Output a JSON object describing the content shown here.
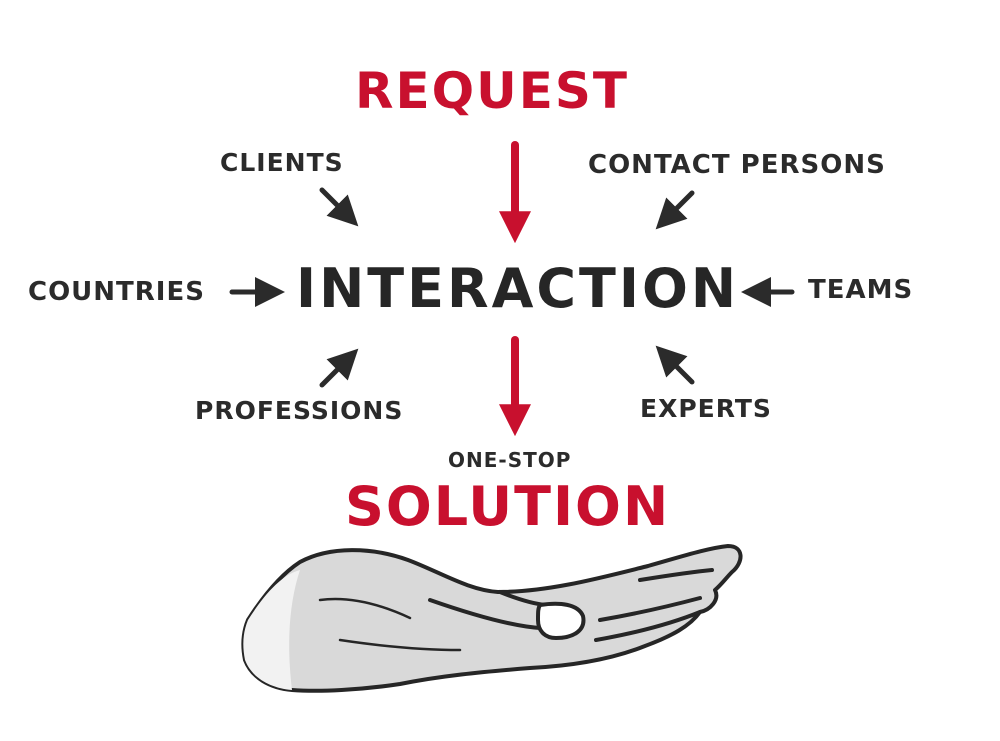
{
  "diagram": {
    "top_label": "REQUEST",
    "center_label": "INTERACTION",
    "bottom_prefix": "ONE-STOP",
    "bottom_label": "SOLUTION",
    "inputs": {
      "top_left": "CLIENTS",
      "top_right": "CONTACT PERSONS",
      "left": "COUNTRIES",
      "right": "TEAMS",
      "bottom_left": "PROFESSIONS",
      "bottom_right": "EXPERTS"
    }
  },
  "colors": {
    "accent": "#c8102e",
    "ink": "#2b2b2b",
    "hand_fill": "#d9d9d9",
    "background": "#ffffff"
  },
  "icons": {
    "bottom_illustration": "open-hand-icon"
  }
}
